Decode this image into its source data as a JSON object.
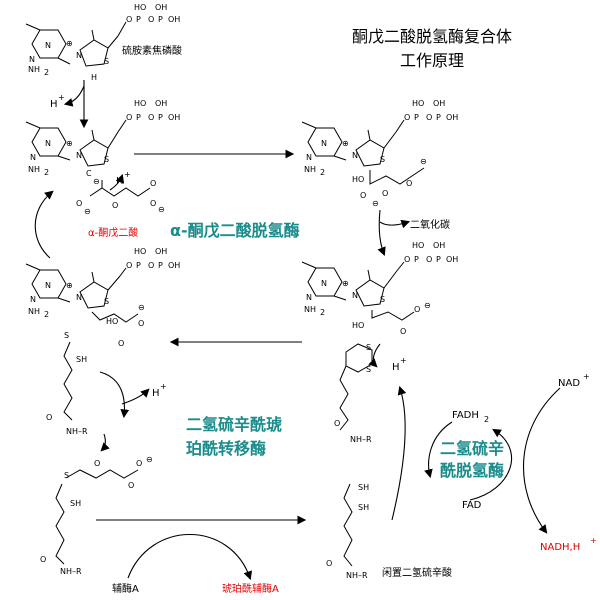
{
  "title": {
    "line1": "酮戊二酸脱氢酶复合体",
    "line2": "工作原理"
  },
  "enzymes": {
    "e1": "α-酮戊二酸脱氢酶",
    "e2_line1": "二氢硫辛酰琥",
    "e2_line2": "珀酰转移酶",
    "e3_line1": "二氢硫辛",
    "e3_line2": "酰脱氢酶"
  },
  "labels": {
    "tpp": "硫胺素焦磷酸",
    "akg": "α-酮戊二酸",
    "co2": "二氧化碳",
    "coa": "辅酶A",
    "succoa": "琥珀酰辅酶A",
    "dihydrolipoate": "闲置二氢硫辛酸",
    "h_plus": "H",
    "plus": "+",
    "nad": "NAD",
    "nadh": "NADH,H",
    "fadh2_a": "FADH",
    "fadh2_sub": "2",
    "fad": "FAD"
  },
  "atoms": {
    "N": "N",
    "S": "S",
    "O": "O",
    "P": "P",
    "H": "H",
    "NH2": "NH",
    "two": "2",
    "HO": "HO",
    "OH": "OH",
    "SH": "SH",
    "NHR": "NH–R",
    "minus": "⊖",
    "plus_c": "⊕",
    "carbanion": "C"
  },
  "colors": {
    "enzyme": "#1a8c8c",
    "product": "#e00000"
  }
}
